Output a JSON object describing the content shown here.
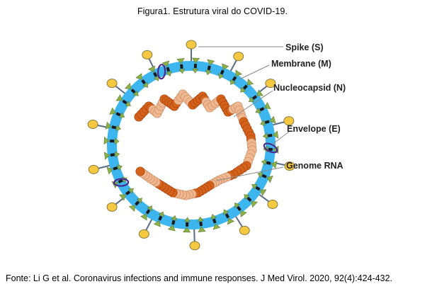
{
  "figure": {
    "title": "Figura1. Estrutura viral do COVID-19.",
    "caption": "Fonte:  Li G et al. Coronavirus infections and immune responses. J Med Virol. 2020, 92(4):424-432."
  },
  "labels": {
    "spike": "Spike (S)",
    "membrane": "Membrane (M)",
    "nucleocapsid": "Nucleocapsid (N)",
    "envelope": "Envelope (E)",
    "genome": "Genome RNA"
  },
  "colors": {
    "membrane_ring": "#3db6f0",
    "membrane_protein": "#8cb04a",
    "spike_head": "#f5c842",
    "spike_stalk": "#5a6e86",
    "envelope": "#4b2a8c",
    "nucleocapsid_dark": "#d4621a",
    "nucleocapsid_light": "#f0b890",
    "label_line": "#888888"
  }
}
